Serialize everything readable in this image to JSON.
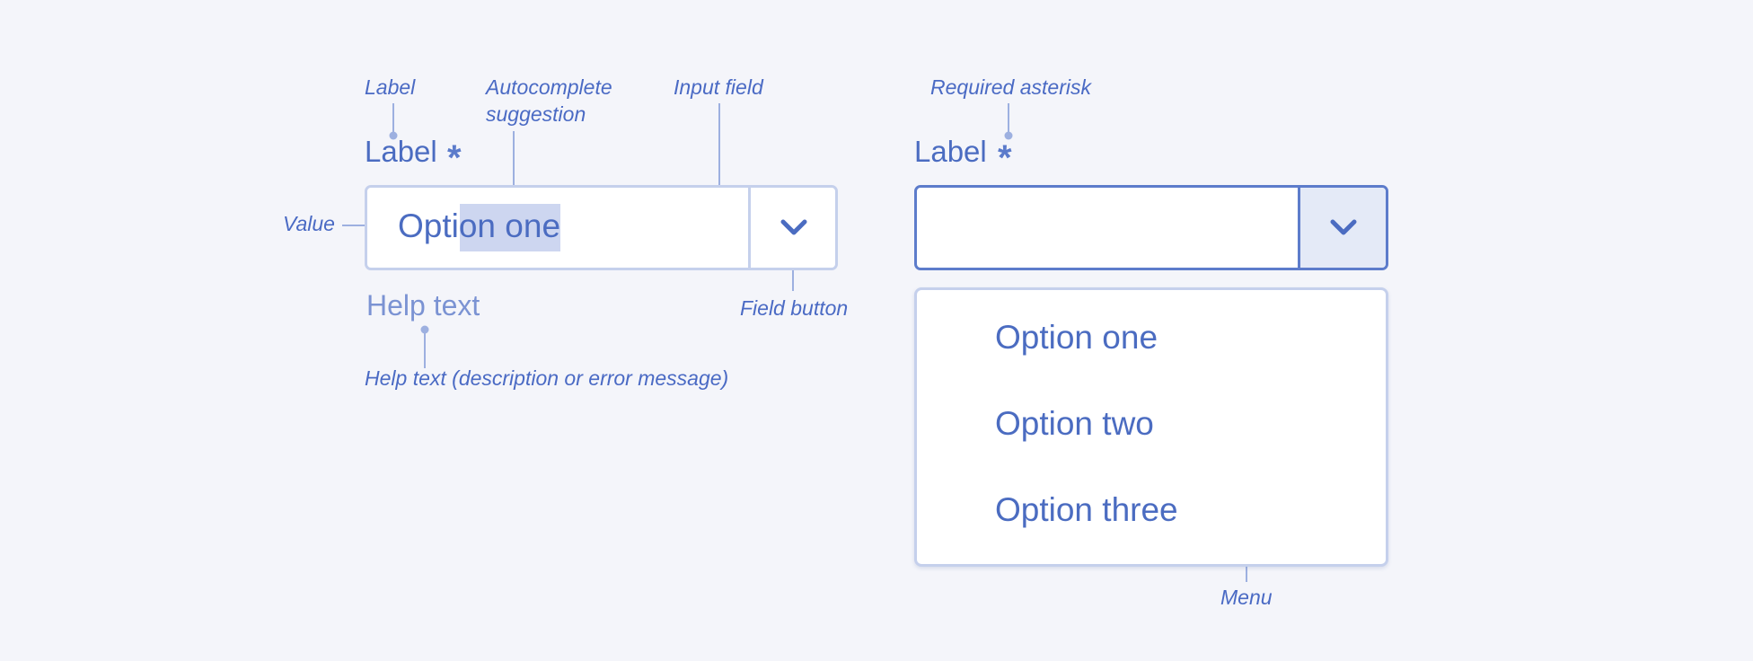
{
  "callouts": {
    "label": "Label",
    "autocomplete_line1": "Autocomplete",
    "autocomplete_line2": "suggestion",
    "input_field": "Input field",
    "value": "Value",
    "field_button": "Field button",
    "help_text_desc": "Help text (description or error message)",
    "required_asterisk": "Required asterisk",
    "menu": "Menu"
  },
  "left_field": {
    "label": "Label",
    "asterisk": "*",
    "value_typed": "Opti",
    "value_suggested": "on one",
    "help_text": "Help text"
  },
  "right_field": {
    "label": "Label",
    "asterisk": "*",
    "value": "",
    "menu_items": [
      "Option one",
      "Option two",
      "Option three"
    ]
  },
  "icons": {
    "field_button": "chevron-down-icon"
  },
  "colors": {
    "background": "#f4f5fa",
    "accent": "#4b6cc1",
    "field_border": "#c5d0ec",
    "field_border_focus": "#5d7ccb",
    "highlight": "#cdd6f0",
    "button_active_bg": "#e4eaf7"
  }
}
